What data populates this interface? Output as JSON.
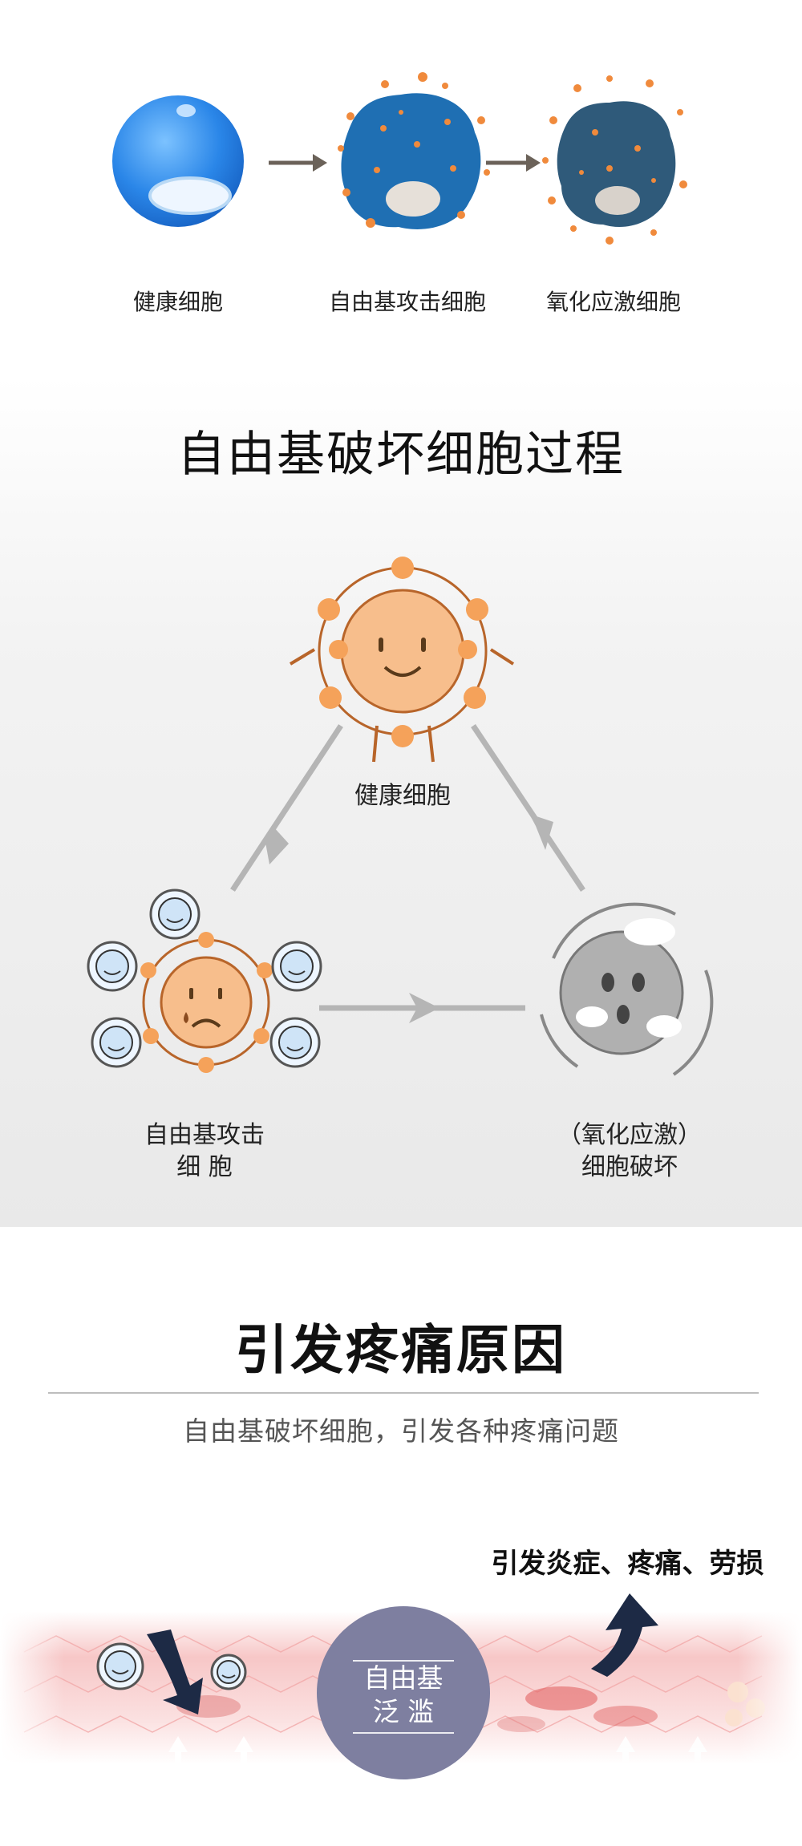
{
  "section1": {
    "labels": [
      "健康细胞",
      "自由基攻击细胞",
      "氧化应激细胞"
    ],
    "colors": {
      "healthy": "#2a7de1",
      "attacked": "#1f6fb3",
      "stressed": "#2f5a7a",
      "particle": "#f08a3c",
      "arrow": "#6b6259"
    }
  },
  "section2": {
    "title": "自由基破坏细胞过程",
    "healthy_label": "健康细胞",
    "attack_label_line1": "自由基攻击",
    "attack_label_line2": "细 胞",
    "damaged_label_line1": "（氧化应激）",
    "damaged_label_line2": "细胞破坏",
    "colors": {
      "orange": "#f5a25a",
      "orange_dark": "#b8652a",
      "face": "#f7be8c",
      "gray": "#b0b0b0",
      "arrow": "#b5b5b5"
    }
  },
  "section3": {
    "title": "引发疼痛原因",
    "subtitle": "自由基破坏细胞，引发各种疼痛问题",
    "effect_text": "引发炎症、疼痛、劳损",
    "badge_line1": "自由基",
    "badge_line2": "泛 滥",
    "colors": {
      "badge": "#7e7fa0",
      "tissue": "#f6c9c9",
      "arrow": "#1d2a45"
    }
  }
}
